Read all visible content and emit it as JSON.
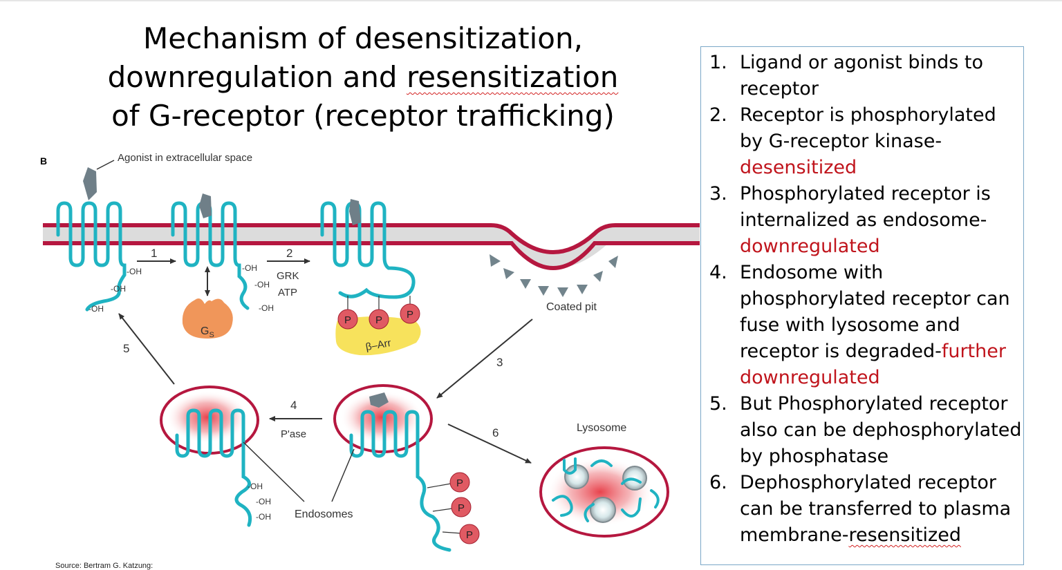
{
  "title": {
    "line1": "Mechanism of desensitization,",
    "line2_before": "downregulation and ",
    "line2_wavy": "resensitization",
    "line3": "of G-receptor (receptor trafficking)"
  },
  "steps": {
    "s1": {
      "num": "1.",
      "text": "Ligand or agonist binds to receptor"
    },
    "s2": {
      "num": "2.",
      "text": "Receptor is phosphorylated by G-receptor kinase-",
      "highlight": "desensitized"
    },
    "s3": {
      "num": "3.",
      "text": "Phosphorylated receptor is internalized as endosome-",
      "highlight": "downregulated"
    },
    "s4": {
      "num": "4.",
      "text": "Endosome with phosphorylated receptor can fuse with lysosome and receptor is degraded-",
      "highlight": "further downregulated"
    },
    "s5": {
      "num": "5.",
      "text": "But Phosphorylated receptor also can be dephosphorylated by phosphatase"
    },
    "s6": {
      "num": "6.",
      "text": "Dephosphorylated receptor can be transferred to plasma membrane-",
      "highlight": "resensitized"
    }
  },
  "diagram": {
    "panel_letter": "B",
    "agonist_label": "Agonist in extracellular space",
    "oh": "-OH",
    "arrow1": "1",
    "arrow2": "2",
    "grk": "GRK",
    "atp": "ATP",
    "gs_main": "G",
    "gs_sub": "S",
    "p": "P",
    "barr": "β–Arr",
    "coated_pit": "Coated pit",
    "arrow3": "3",
    "arrow4": "4",
    "pase": "P'ase",
    "arrow5": "5",
    "arrow6": "6",
    "lysosome": "Lysosome",
    "endosomes": "Endosomes"
  },
  "source": "Source: Bertram G. Katzung:",
  "colors": {
    "membrane_red": "#b5173f",
    "membrane_gray": "#dcdcdc",
    "receptor_teal": "#1fb3c2",
    "agonist_gray": "#6f7f88",
    "gs_orange": "#f0965a",
    "p_red": "#e05a63",
    "barr_yellow": "#f7e25c",
    "highlight_red": "#c0141c"
  }
}
